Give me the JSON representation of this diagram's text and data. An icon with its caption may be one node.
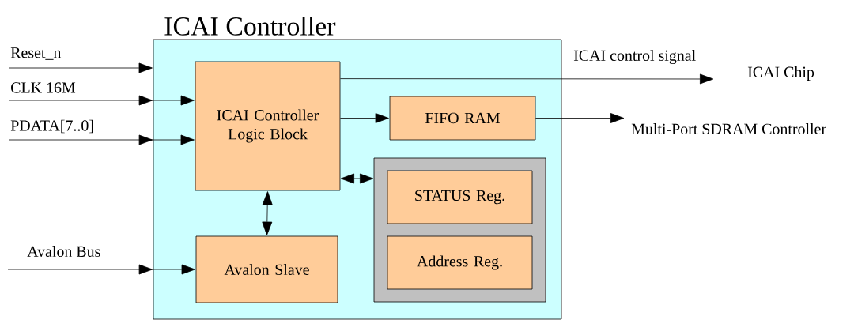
{
  "diagram": {
    "nodes": [
      {
        "text": [
          "ICAI Controller"
        ]
      },
      {
        "text": [
          "ICAI Controller Logic Block"
        ],
        "in": 0
      },
      {
        "text": [
          "FIFO RAM"
        ],
        "in": 0
      },
      {
        "text": [],
        "shape": "box",
        "in": 0
      },
      {
        "text": [
          "STATUS Reg."
        ],
        "in": 3
      },
      {
        "text": [
          "Address Reg."
        ],
        "in": 3
      },
      {
        "text": [
          "Avalon Slave"
        ],
        "in": 0
      },
      {
        "text": [
          "ICAI Chip"
        ]
      },
      {
        "text": [
          "Multi-Port SDRAM Controller"
        ]
      }
    ],
    "edges": [
      {
        "from": null,
        "to": 0,
        "arrow": "to",
        "label": "Reset_n"
      },
      {
        "from": null,
        "to": 1,
        "arrow": "to",
        "label": "CLK 16M"
      },
      {
        "from": null,
        "to": 1,
        "arrow": "to",
        "label": "PDATA[7..0]"
      },
      {
        "from": null,
        "to": 6,
        "arrow": "to",
        "label": "Avalon Bus"
      },
      {
        "from": 1,
        "to": 7,
        "arrow": "to",
        "label": "ICAI control signal"
      },
      {
        "from": 1,
        "to": 2,
        "arrow": "to"
      },
      {
        "from": 2,
        "to": 8,
        "arrow": "to"
      },
      {
        "from": 1,
        "to": 3,
        "arrow": "both"
      },
      {
        "from": 1,
        "to": 6,
        "arrow": "both"
      }
    ]
  }
}
